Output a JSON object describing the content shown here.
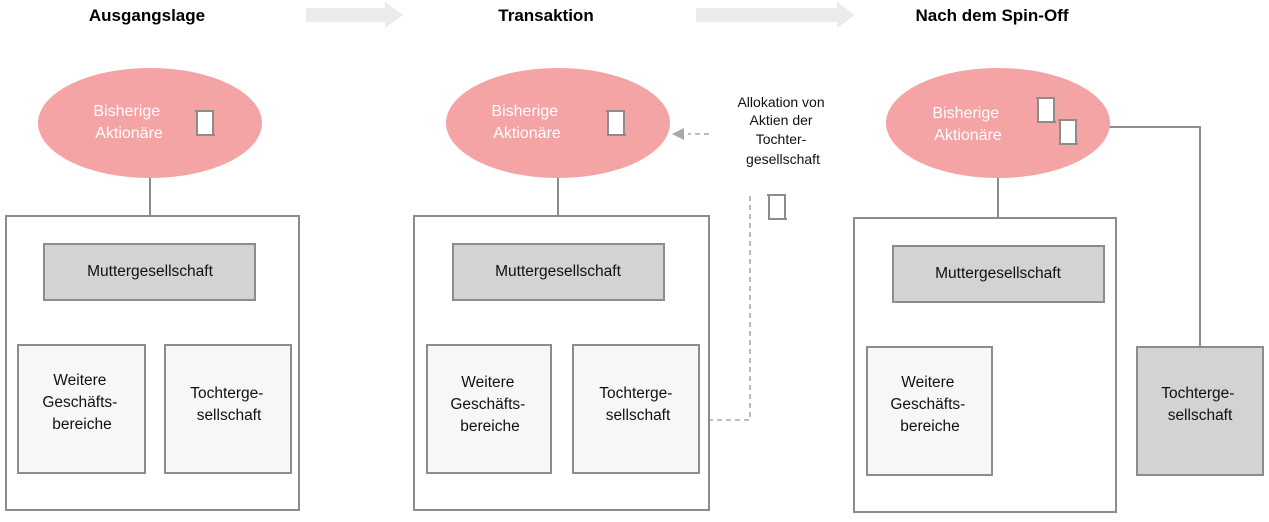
{
  "colors": {
    "shareholder_fill": "#f4a4a4",
    "dark_box": "#d3d3d3",
    "light_box": "#f7f7f7",
    "line": "#8c8c8c",
    "arrow": "#ebebeb"
  },
  "stages": [
    {
      "heading": "Ausgangslage",
      "shareholders": [
        "Bisherige",
        "Aktionäre"
      ],
      "parent": "Muttergesellschaft",
      "other_units": [
        "Weitere",
        "Geschäfts-",
        "bereiche"
      ],
      "subsidiary": [
        "Tochterge-",
        "sellschaft"
      ]
    },
    {
      "heading": "Transaktion",
      "shareholders": [
        "Bisherige",
        "Aktionäre"
      ],
      "parent": "Muttergesellschaft",
      "other_units": [
        "Weitere",
        "Geschäfts-",
        "bereiche"
      ],
      "subsidiary": [
        "Tochterge-",
        "sellschaft"
      ],
      "allocation_note": [
        "Allokation von",
        "Aktien der",
        "Tochter-",
        "gesellschaft"
      ]
    },
    {
      "heading": "Nach dem Spin-Off",
      "shareholders": [
        "Bisherige",
        "Aktionäre"
      ],
      "parent": "Muttergesellschaft",
      "other_units": [
        "Weitere",
        "Geschäfts-",
        "bereiche"
      ],
      "subsidiary": [
        "Tochterge-",
        "sellschaft"
      ]
    }
  ],
  "icons": {
    "share": "share-certificate-icon",
    "arrow": "right-arrow-icon"
  }
}
